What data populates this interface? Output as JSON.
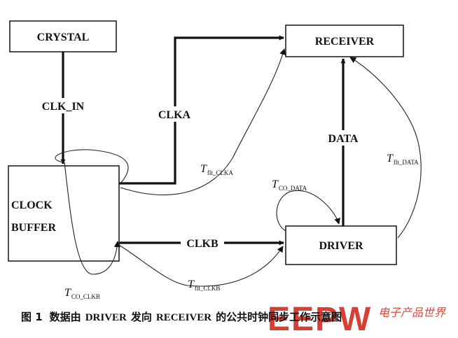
{
  "nodes": {
    "crystal": "CRYSTAL",
    "receiver": "RECEIVER",
    "clock_buffer_line1": "CLOCK",
    "clock_buffer_line2": "BUFFER",
    "driver": "DRIVER"
  },
  "signals": {
    "clk_in": "CLK_IN",
    "clka": "CLKA",
    "clkb": "CLKB",
    "data": "DATA"
  },
  "timing": {
    "t_flt_clka": {
      "symbol": "T",
      "subscript": "flt_CLKA"
    },
    "t_flt_clkb": {
      "symbol": "T",
      "subscript": "flt_CLKB"
    },
    "t_co_clkb": {
      "symbol": "T",
      "subscript": "CO_CLKB"
    },
    "t_co_data": {
      "symbol": "T",
      "subscript": "CO_DATA"
    },
    "t_flt_data": {
      "symbol": "T",
      "subscript": "flt_DATA"
    }
  },
  "caption": {
    "figure": "图 1",
    "pre": "数据由",
    "latin1": "DRIVER",
    "mid": "发向",
    "latin2": "RECEIVER",
    "post": "的公共时钟同步工作示意图"
  },
  "watermark": {
    "logo": "EEPW",
    "tagline": "电子产品世界"
  }
}
